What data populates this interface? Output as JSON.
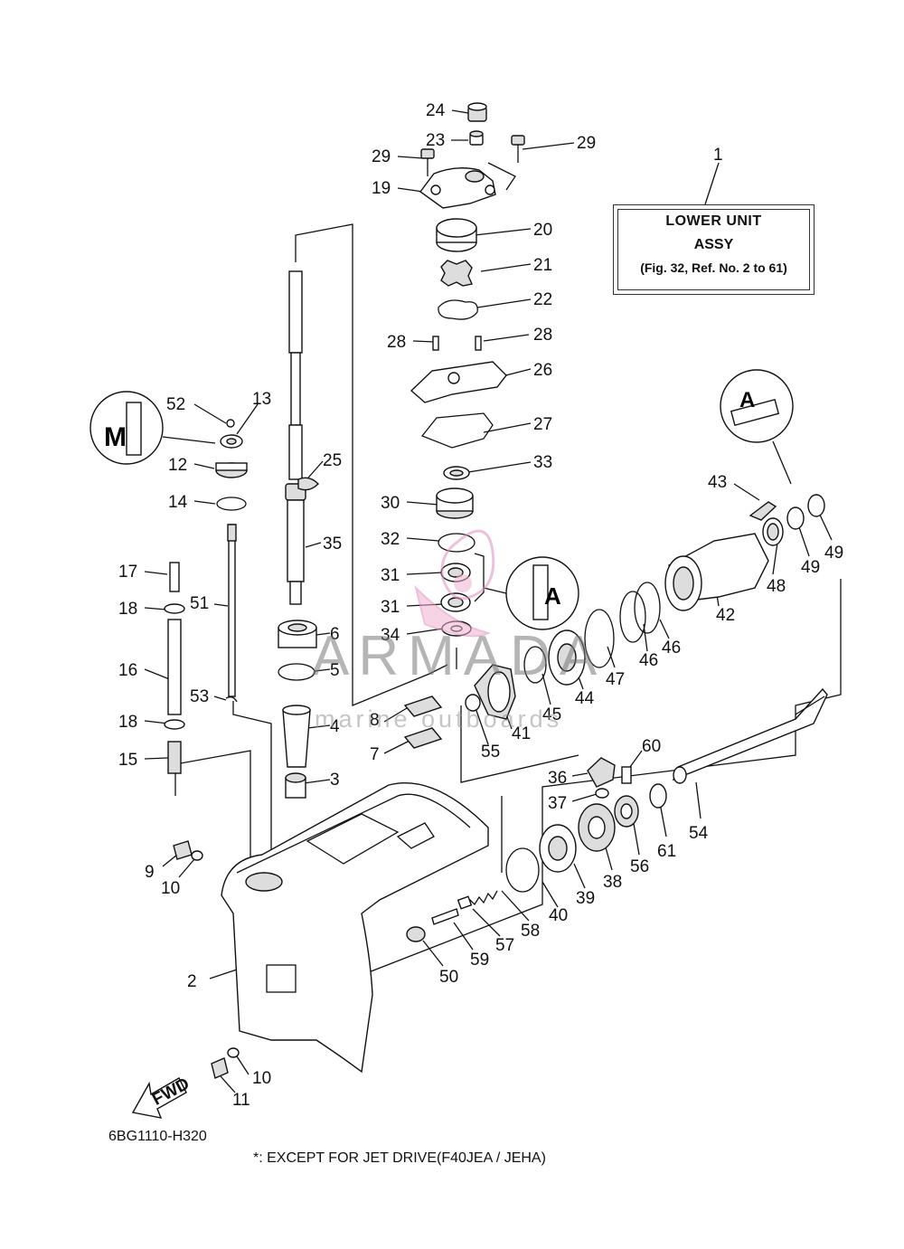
{
  "assembly_box": {
    "ref_number": "1",
    "line1": "LOWER UNIT",
    "line2": "ASSY",
    "line3": "(Fig. 32, Ref. No. 2 to 61)"
  },
  "diagram_code": "6BG1110-H320",
  "footnote": "*: EXCEPT FOR JET DRIVE(F40JEA / JEHA)",
  "watermark": {
    "name": "ARMADA",
    "subtitle": "marine outboards"
  },
  "fwd_label": "FWD",
  "part_labels": [
    {
      "id": "p24",
      "text": "24"
    },
    {
      "id": "p23",
      "text": "23"
    },
    {
      "id": "p29a",
      "text": "29"
    },
    {
      "id": "p29b",
      "text": "29"
    },
    {
      "id": "p19",
      "text": "19"
    },
    {
      "id": "p20",
      "text": "20"
    },
    {
      "id": "p21",
      "text": "21"
    },
    {
      "id": "p22",
      "text": "22"
    },
    {
      "id": "p28a",
      "text": "28"
    },
    {
      "id": "p28b",
      "text": "28"
    },
    {
      "id": "p26",
      "text": "26"
    },
    {
      "id": "p27",
      "text": "27"
    },
    {
      "id": "p33",
      "text": "33"
    },
    {
      "id": "p30",
      "text": "30"
    },
    {
      "id": "p32",
      "text": "32"
    },
    {
      "id": "p31a",
      "text": "31"
    },
    {
      "id": "p31b",
      "text": "31"
    },
    {
      "id": "p34",
      "text": "34"
    },
    {
      "id": "p52",
      "text": "52"
    },
    {
      "id": "p13",
      "text": "13"
    },
    {
      "id": "p12",
      "text": "12"
    },
    {
      "id": "p14",
      "text": "14"
    },
    {
      "id": "p25",
      "text": "25"
    },
    {
      "id": "p35",
      "text": "35"
    },
    {
      "id": "p17",
      "text": "17"
    },
    {
      "id": "p18a",
      "text": "18"
    },
    {
      "id": "p51",
      "text": "51"
    },
    {
      "id": "p16",
      "text": "16"
    },
    {
      "id": "p53",
      "text": "53"
    },
    {
      "id": "p18b",
      "text": "18"
    },
    {
      "id": "p15",
      "text": "15"
    },
    {
      "id": "p6",
      "text": "6"
    },
    {
      "id": "p5",
      "text": "5"
    },
    {
      "id": "p4",
      "text": "4"
    },
    {
      "id": "p8",
      "text": "8"
    },
    {
      "id": "p7",
      "text": "7"
    },
    {
      "id": "p3",
      "text": "3"
    },
    {
      "id": "p55",
      "text": "55"
    },
    {
      "id": "p41",
      "text": "41"
    },
    {
      "id": "p45",
      "text": "45"
    },
    {
      "id": "p44",
      "text": "44"
    },
    {
      "id": "p47",
      "text": "47"
    },
    {
      "id": "p46a",
      "text": "46"
    },
    {
      "id": "p46b",
      "text": "46"
    },
    {
      "id": "p42",
      "text": "42"
    },
    {
      "id": "p43",
      "text": "43"
    },
    {
      "id": "p48",
      "text": "48"
    },
    {
      "id": "p49a",
      "text": "49"
    },
    {
      "id": "p49b",
      "text": "49"
    },
    {
      "id": "p60",
      "text": "60"
    },
    {
      "id": "p36",
      "text": "36"
    },
    {
      "id": "p37",
      "text": "37"
    },
    {
      "id": "p54",
      "text": "54"
    },
    {
      "id": "p61",
      "text": "61"
    },
    {
      "id": "p56",
      "text": "56"
    },
    {
      "id": "p38",
      "text": "38"
    },
    {
      "id": "p39",
      "text": "39"
    },
    {
      "id": "p40",
      "text": "40"
    },
    {
      "id": "p58",
      "text": "58"
    },
    {
      "id": "p57",
      "text": "57"
    },
    {
      "id": "p59",
      "text": "59"
    },
    {
      "id": "p50",
      "text": "50"
    },
    {
      "id": "p9",
      "text": "9"
    },
    {
      "id": "p10a",
      "text": "10"
    },
    {
      "id": "p2",
      "text": "2"
    },
    {
      "id": "p10b",
      "text": "10"
    },
    {
      "id": "p11",
      "text": "11"
    }
  ]
}
